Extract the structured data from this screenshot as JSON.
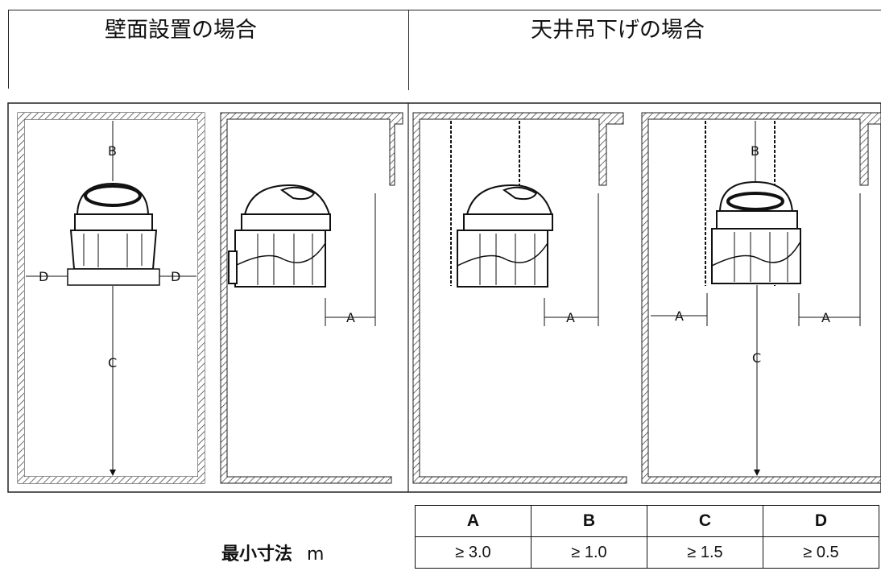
{
  "header": {
    "wall_title": "壁面設置の場合",
    "ceiling_title": "天井吊下げの場合"
  },
  "labels": {
    "A": "A",
    "B": "B",
    "C": "C",
    "D": "D"
  },
  "table": {
    "caption": "最小寸法",
    "unit": "m",
    "columns": [
      "A",
      "B",
      "C",
      "D"
    ],
    "values": [
      "≥ 3.0",
      "≥ 1.0",
      "≥ 1.5",
      "≥ 0.5"
    ]
  }
}
